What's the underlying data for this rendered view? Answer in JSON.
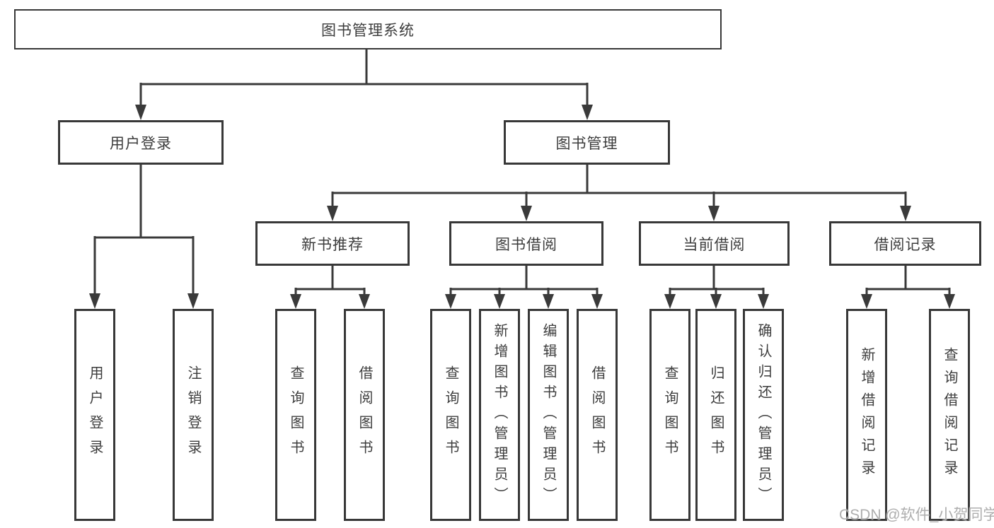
{
  "diagram": {
    "root": "图书管理系统",
    "level2": {
      "user_login": "用户登录",
      "book_mgmt": "图书管理"
    },
    "level3": {
      "new_book_rec": "新书推荐",
      "book_borrow": "图书借阅",
      "current_borrow": "当前借阅",
      "borrow_record": "借阅记录"
    },
    "leaves": {
      "user_login": "用户登录",
      "logout": "注销登录",
      "nb_query": "查询图书",
      "nb_borrow": "借阅图书",
      "bb_query": "查询图书",
      "bb_add": "新增图书（管理员）",
      "bb_edit": "编辑图书（管理员）",
      "bb_borrow": "借阅图书",
      "cb_query": "查询图书",
      "cb_return": "归还图书",
      "cb_confirm": "确认归还（管理员）",
      "br_add": "新增借阅记录",
      "br_query": "查询借阅记录"
    }
  },
  "watermark": "CSDN @软件_小贺同学",
  "colors": {
    "line": "#3a3a3a",
    "text": "#3d3d3d",
    "background": "#ffffff",
    "watermark": "#a5a5a5"
  }
}
